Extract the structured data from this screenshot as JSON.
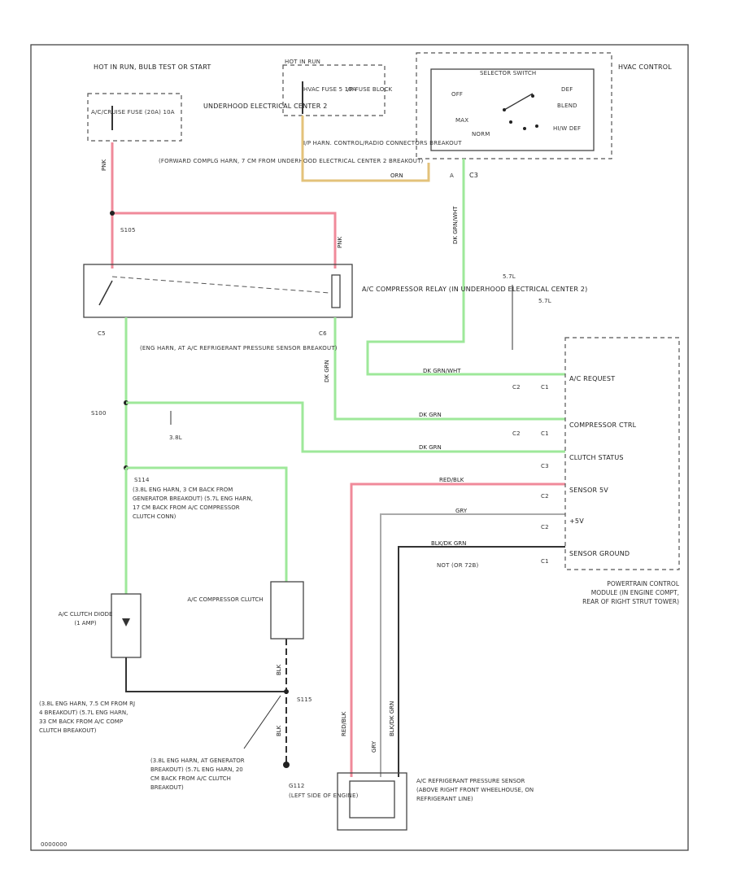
{
  "fuses": {
    "hot_run_label": "HOT IN RUN, BULB TEST OR START",
    "ac_fuse": "A/C/CRUISE FUSE (20A) 10A",
    "underhood_center": "UNDERHOOD ELECTRICAL CENTER 2",
    "hot_in_run2": "HOT IN RUN",
    "hvac_fuse": "HVAC FUSE 5 10A",
    "ip_fuse_block": "I/P FUSE BLOCK"
  },
  "hvac": {
    "selector_label": "SELECTOR SWITCH",
    "control_label": "HVAC CONTROL",
    "off": "OFF",
    "def": "DEF",
    "blend": "BLEND",
    "max": "MAX",
    "norm": "NORM",
    "hi_def": "HI/W DEF",
    "c3": "C3",
    "pin_a": "A"
  },
  "harness": {
    "ip_harn": "I/P HARN. CONTROL/RADIO CONNECTORS BREAKOUT",
    "forward_harn": "(FORWARD COMPLG HARN, 7 CM FROM UNDERHOOD ELECTRICAL CENTER 2 BREAKOUT)",
    "s105": "S105",
    "s100": "S100",
    "s114": "S114",
    "s115": "S115",
    "g112": "G112",
    "g112_loc": "(LEFT SIDE OF ENGINE)",
    "eng_harn_at": "(ENG HARN, AT A/C REFRIGERANT PRESSURE SENSOR BREAKOUT)",
    "s114_desc": "(3.8L ENG HARN, 3 CM BACK FROM GENERATOR BREAKOUT) (5.7L ENG HARN, 17 CM BACK FROM A/C COMPRESSOR CLUTCH CONN)",
    "s115_desc": "(3.8L ENG HARN, 7.5 CM FROM RJ 4 BREAKOUT) (5.7L ENG HARN, 33 CM BACK FROM A/C COMP CLUTCH BREAKOUT)",
    "gen_desc": "(3.8L ENG HARN, AT GENERATOR BREAKOUT) (5.7L ENG HARN, 20 CM BACK FROM A/C CLUTCH BREAKOUT)"
  },
  "components": {
    "relay": "A/C COMPRESSOR RELAY (IN UNDERHOOD ELECTRICAL CENTER 2)",
    "clutch_diode": "A/C CLUTCH DIODE (1 AMP)",
    "compressor_clutch": "A/C COMPRESSOR CLUTCH",
    "pressure_sensor": "A/C REFRIGERANT PRESSURE SENSOR (ABOVE RIGHT FRONT WHEELHOUSE, ON REFRIGERANT LINE)",
    "pcm": "POWERTRAIN CONTROL MODULE (IN ENGINE COMPT, REAR OF RIGHT STRUT TOWER)",
    "engine_38": "3.8L",
    "engine_57": "5.7L",
    "engine_57b": "5.7L"
  },
  "pcm_pins": {
    "ac_request": "A/C REQUEST",
    "compressor_ctrl": "COMPRESSOR CTRL",
    "clutch_status": "CLUTCH STATUS",
    "sensor_5v": "SENSOR 5V",
    "5v": "+5V",
    "sensor_ground": "SENSOR GROUND",
    "c1": "C1",
    "c2": "C2",
    "c3": "C3"
  },
  "wires": {
    "w1": "PNK",
    "w2": "PNK",
    "w3": "DK GRN/WHT",
    "w4": "DK GRN/WHT",
    "w5": "DK GRN",
    "w6": "DK GRN",
    "w7": "DK GRN",
    "w8": "RED/BLK",
    "w9": "GRY",
    "w10": "BLK/DK GRN",
    "w11": "BLK",
    "w12": "BLK",
    "w13": "ORN",
    "w14": "RED/BLK",
    "w15": "GRY",
    "w16": "BLK/DK GRN",
    "c5": "C5",
    "c6": "C6",
    "not_72": "NOT (OR 72B)"
  },
  "corner_id": "0000000"
}
